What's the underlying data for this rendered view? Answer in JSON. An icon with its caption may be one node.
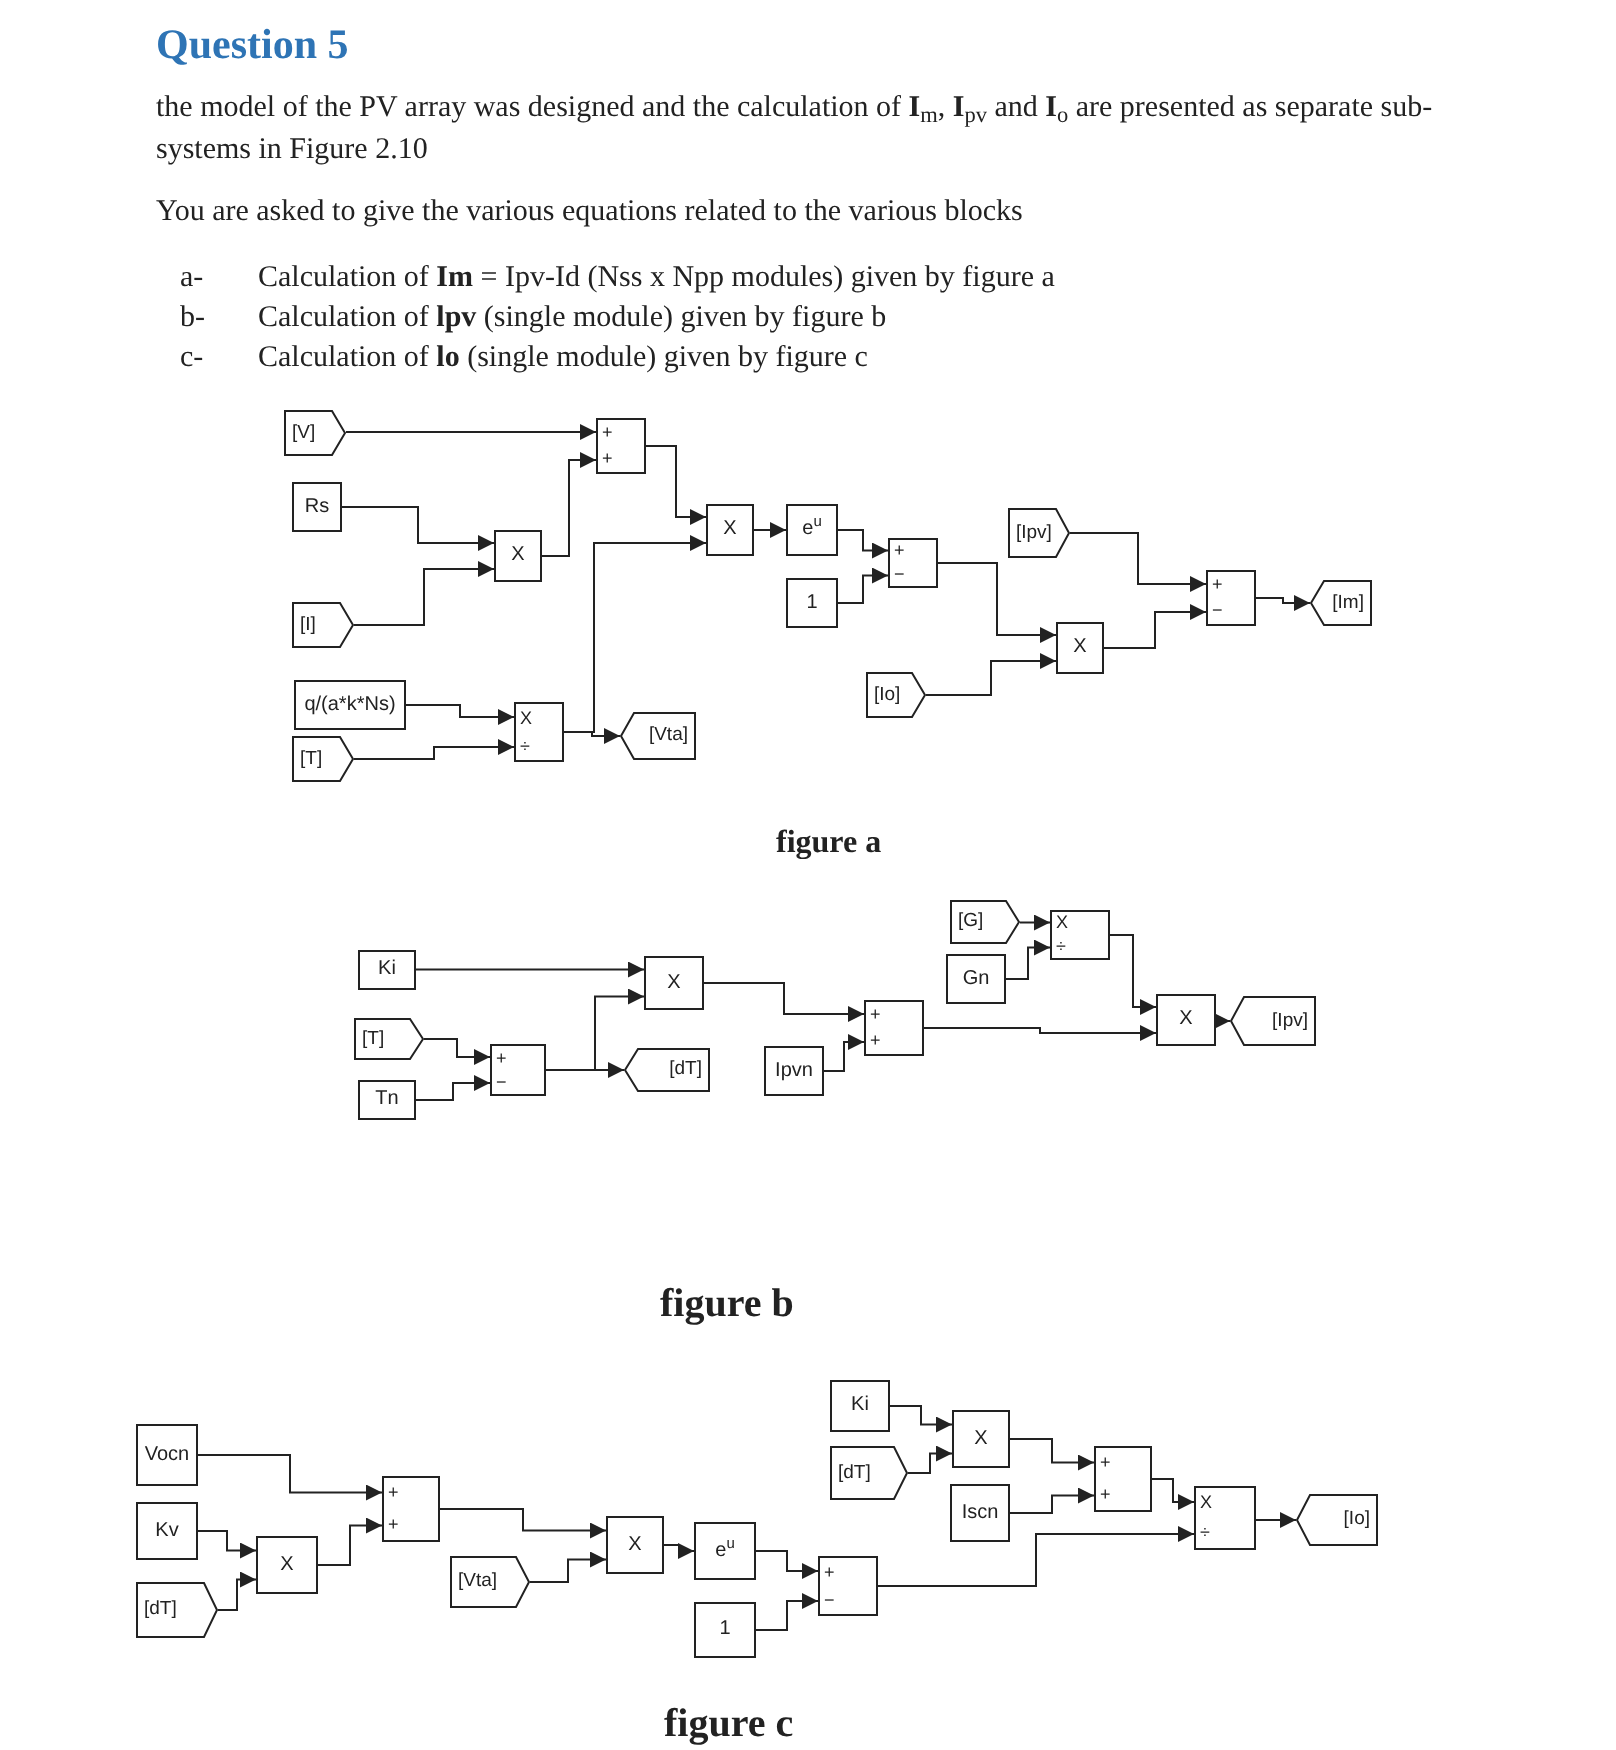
{
  "diagram": {
    "title": "Question 5",
    "nodes": [
      {
        "text": [
          "[V]"
        ]
      },
      {
        "text": [
          "+",
          "+"
        ]
      },
      {
        "text": [
          "Rs"
        ]
      },
      {
        "text": [
          "X"
        ]
      },
      {
        "text": [
          "[I]"
        ]
      },
      {
        "text": [
          "q/(a*k*Ns)"
        ]
      },
      {
        "text": [
          "X",
          "÷"
        ]
      },
      {
        "text": [
          "[T]"
        ]
      },
      {
        "text": [
          "[Vta]"
        ]
      },
      {
        "text": [
          "X"
        ]
      },
      {
        "text": [
          "e$^{u}$"
        ]
      },
      {
        "text": [
          "1"
        ]
      },
      {
        "text": [
          "+",
          "−"
        ]
      },
      {
        "text": [
          "[Ipv]"
        ]
      },
      {
        "text": [
          "[Io]"
        ]
      },
      {
        "text": [
          "X"
        ]
      },
      {
        "text": [
          "+",
          "−"
        ]
      },
      {
        "text": [
          "[Im]"
        ]
      },
      {
        "text": [
          "Ki"
        ]
      },
      {
        "text": [
          "[T]"
        ]
      },
      {
        "text": [
          "Tn"
        ]
      },
      {
        "text": [
          "+",
          "−"
        ]
      },
      {
        "text": [
          "X"
        ]
      },
      {
        "text": [
          "[dT]"
        ]
      },
      {
        "text": [
          "Ipvn"
        ]
      },
      {
        "text": [
          "+",
          "+"
        ]
      },
      {
        "text": [
          "[G]"
        ]
      },
      {
        "text": [
          "Gn"
        ]
      },
      {
        "text": [
          "X",
          "÷"
        ]
      },
      {
        "text": [
          "X"
        ]
      },
      {
        "text": [
          "[Ipv]"
        ]
      },
      {
        "text": [
          "Vocn"
        ]
      },
      {
        "text": [
          "Kv"
        ]
      },
      {
        "text": [
          "[dT]"
        ]
      },
      {
        "text": [
          "X"
        ]
      },
      {
        "text": [
          "+",
          "+"
        ]
      },
      {
        "text": [
          "[Vta]"
        ]
      },
      {
        "text": [
          "X"
        ]
      },
      {
        "text": [
          "e$^{u}$"
        ]
      },
      {
        "text": [
          "1"
        ]
      },
      {
        "text": [
          "+",
          "−"
        ]
      },
      {
        "text": [
          "Ki"
        ]
      },
      {
        "text": [
          "[dT]"
        ]
      },
      {
        "text": [
          "X"
        ]
      },
      {
        "text": [
          "Iscn"
        ]
      },
      {
        "text": [
          "+",
          "+"
        ]
      },
      {
        "text": [
          "X",
          "÷"
        ]
      },
      {
        "text": [
          "[Io]"
        ]
      }
    ],
    "edges": [
      {
        "from": 0,
        "to": 1,
        "arrow": "to"
      },
      {
        "from": 2,
        "to": 3,
        "arrow": "to"
      },
      {
        "from": 4,
        "to": 3,
        "arrow": "to"
      },
      {
        "from": 3,
        "to": 1,
        "arrow": "to"
      },
      {
        "from": 5,
        "to": 6,
        "arrow": "to"
      },
      {
        "from": 7,
        "to": 6,
        "arrow": "to"
      },
      {
        "from": 6,
        "to": 8,
        "arrow": "to"
      },
      {
        "from": 1,
        "to": 9,
        "arrow": "to"
      },
      {
        "from": 6,
        "to": 9,
        "arrow": "to"
      },
      {
        "from": 9,
        "to": 10,
        "arrow": "to"
      },
      {
        "from": 10,
        "to": 12,
        "arrow": "to"
      },
      {
        "from": 11,
        "to": 12,
        "arrow": "to"
      },
      {
        "from": 12,
        "to": 15,
        "arrow": "to"
      },
      {
        "from": 14,
        "to": 15,
        "arrow": "to"
      },
      {
        "from": 13,
        "to": 16,
        "arrow": "to"
      },
      {
        "from": 15,
        "to": 16,
        "arrow": "to"
      },
      {
        "from": 16,
        "to": 17,
        "arrow": "to"
      },
      {
        "from": 18,
        "to": 22,
        "arrow": "to"
      },
      {
        "from": 19,
        "to": 21,
        "arrow": "to"
      },
      {
        "from": 20,
        "to": 21,
        "arrow": "to"
      },
      {
        "from": 21,
        "to": 22,
        "arrow": "to"
      },
      {
        "from": 21,
        "to": 23,
        "arrow": "to"
      },
      {
        "from": 22,
        "to": 25,
        "arrow": "to"
      },
      {
        "from": 24,
        "to": 25,
        "arrow": "to"
      },
      {
        "from": 26,
        "to": 28,
        "arrow": "to"
      },
      {
        "from": 27,
        "to": 28,
        "arrow": "to"
      },
      {
        "from": 28,
        "to": 29,
        "arrow": "to"
      },
      {
        "from": 25,
        "to": 29,
        "arrow": "to"
      },
      {
        "from": 29,
        "to": 30,
        "arrow": "to"
      },
      {
        "from": 31,
        "to": 35,
        "arrow": "to"
      },
      {
        "from": 32,
        "to": 34,
        "arrow": "to"
      },
      {
        "from": 33,
        "to": 34,
        "arrow": "to"
      },
      {
        "from": 34,
        "to": 35,
        "arrow": "to"
      },
      {
        "from": 35,
        "to": 37,
        "arrow": "to"
      },
      {
        "from": 36,
        "to": 37,
        "arrow": "to"
      },
      {
        "from": 37,
        "to": 38,
        "arrow": "to"
      },
      {
        "from": 38,
        "to": 40,
        "arrow": "to"
      },
      {
        "from": 39,
        "to": 40,
        "arrow": "to"
      },
      {
        "from": 41,
        "to": 43,
        "arrow": "to"
      },
      {
        "from": 42,
        "to": 43,
        "arrow": "to"
      },
      {
        "from": 43,
        "to": 45,
        "arrow": "to"
      },
      {
        "from": 44,
        "to": 45,
        "arrow": "to"
      },
      {
        "from": 45,
        "to": 46,
        "arrow": "to"
      },
      {
        "from": 40,
        "to": 46,
        "arrow": "to"
      },
      {
        "from": 46,
        "to": 47,
        "arrow": "to"
      }
    ],
    "labels": [
      "the model of the PV array was designed and the calculation of **I**$_{m}$, **I**$_{pv}$ and **I**$_{o}$ are presented as separate sub-systems in Figure 2.10",
      "You are asked to give the various equations related to the various blocks",
      "a-",
      "Calculation of **Im** = Ipv-Id (Nss x Npp modules) given by figure a",
      "b-",
      "Calculation of **lpv** (single module) given by figure b",
      "c-",
      "Calculation of **lo** (single module) given by figure c",
      "figure a",
      "figure b",
      "figure c"
    ]
  }
}
